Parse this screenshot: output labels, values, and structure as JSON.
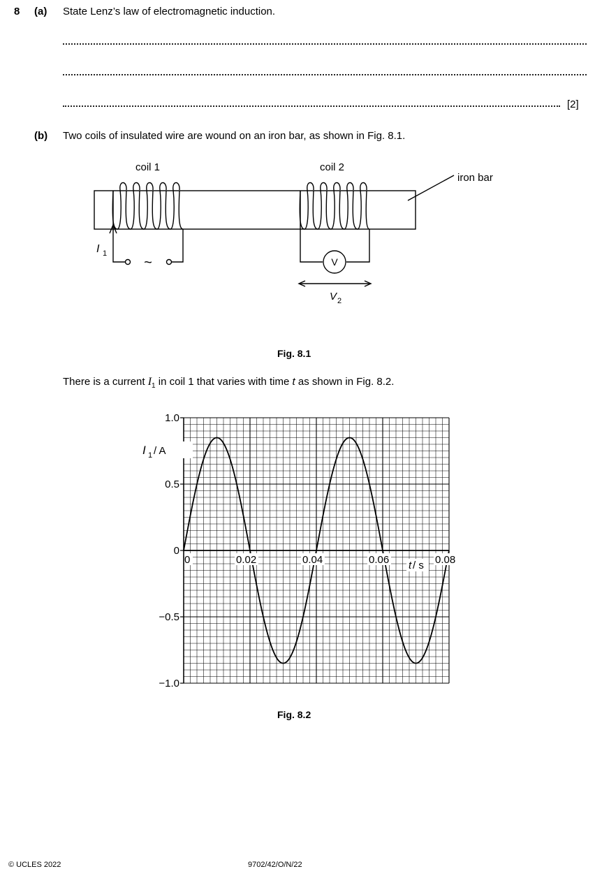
{
  "question": {
    "number": "8",
    "part_a": {
      "label": "(a)",
      "text": "State Lenz’s law of electromagnetic induction.",
      "marks": "[2]"
    },
    "part_b": {
      "label": "(b)",
      "text": "Two coils of insulated wire are wound on an iron bar, as shown in Fig. 8.1."
    }
  },
  "fig81": {
    "coil1_label": "coil 1",
    "coil2_label": "coil 2",
    "iron_bar_label": "iron bar",
    "current_symbol": "I",
    "current_subscript": "1",
    "ac_symbol": "~",
    "voltmeter_symbol": "V",
    "voltage_symbol": "V",
    "voltage_subscript": "2",
    "caption": "Fig. 8.1"
  },
  "sentence_fig82": {
    "part1": "There is a current ",
    "symbol": "I",
    "subscript": "1",
    "part2": " in coil 1 that varies with time ",
    "t": "t",
    "part3": " as shown in Fig. 8.2."
  },
  "fig82": {
    "caption": "Fig. 8.2"
  },
  "chart_data": {
    "type": "line",
    "ylabel_symbol": "I",
    "ylabel_subscript": "1",
    "ylabel_unit": "/ A",
    "xlabel_symbol": "t",
    "xlabel_unit": "/ s",
    "xlim": [
      0,
      0.08
    ],
    "ylim": [
      -1.0,
      1.0
    ],
    "xticks": [
      "0",
      "0.02",
      "0.04",
      "0.06",
      "0.08"
    ],
    "yticks": [
      "1.0",
      "0.5",
      "0",
      "−0.5",
      "−1.0"
    ],
    "grid": true,
    "amplitude": 0.85,
    "period": 0.04,
    "series": [
      {
        "x": [
          0,
          0.005,
          0.01,
          0.015,
          0.02,
          0.025,
          0.03,
          0.035,
          0.04,
          0.045,
          0.05,
          0.055,
          0.06,
          0.065,
          0.07,
          0.075,
          0.08
        ],
        "y": [
          0,
          0.6,
          0.85,
          0.6,
          0,
          -0.6,
          -0.85,
          -0.6,
          0,
          0.6,
          0.85,
          0.6,
          0,
          -0.6,
          -0.85,
          -0.6,
          0
        ]
      }
    ]
  },
  "footer": {
    "copyright": "© UCLES 2022",
    "code": "9702/42/O/N/22"
  }
}
